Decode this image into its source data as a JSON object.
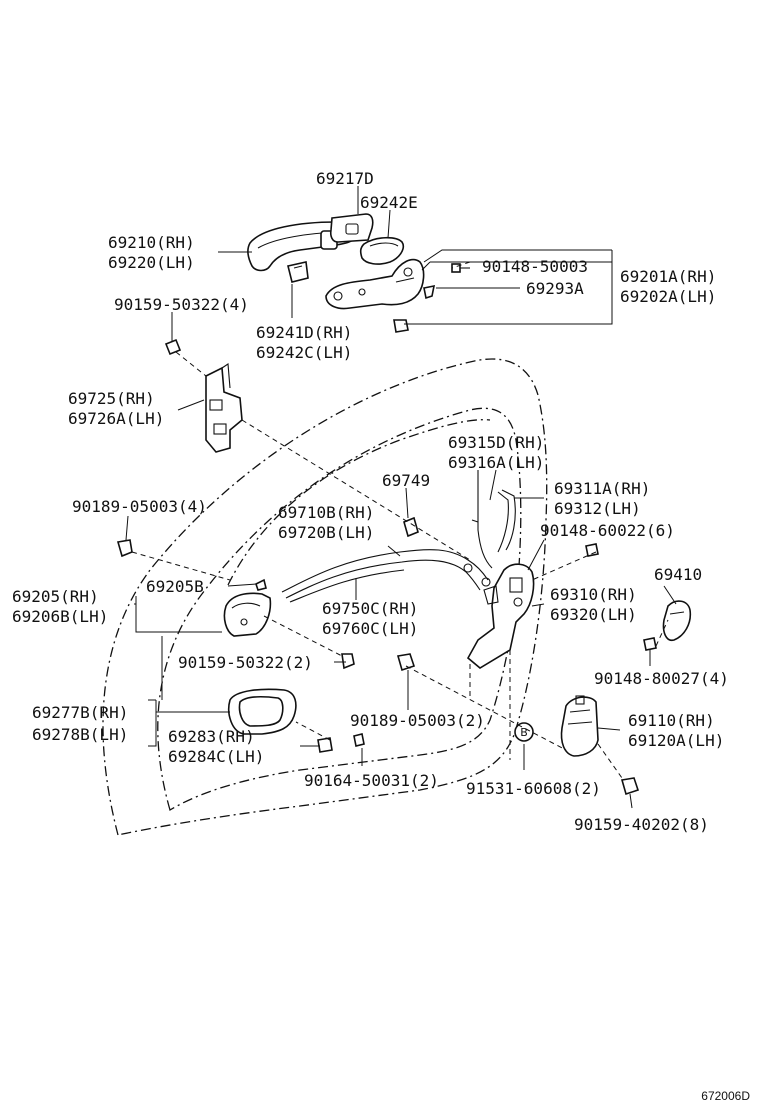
{
  "labels": {
    "l69217d": "69217D",
    "l69242e": "69242E",
    "l69210rh": "69210(RH)",
    "l69220lh": "69220(LH)",
    "l9014850003": "90148-50003",
    "l69201a": "69201A(RH)",
    "l69293a": "69293A",
    "l69202a": "69202A(LH)",
    "l9015950322_4": "90159-50322(4)",
    "l69241d": "69241D(RH)",
    "l69242c": "69242C(LH)",
    "l69725": "69725(RH)",
    "l69726a": "69726A(LH)",
    "l69315d": "69315D(RH)",
    "l69316a": "69316A(LH)",
    "l69749": "69749",
    "l69311a": "69311A(RH)",
    "l69312": "69312(LH)",
    "l9018905003_4": "90189-05003(4)",
    "l69710b": "69710B(RH)",
    "l69720b": "69720B(LH)",
    "l9014860022": "90148-60022(6)",
    "l69410": "69410",
    "l69205b": "69205B",
    "l69205": "69205(RH)",
    "l69206b": "69206B(LH)",
    "l69750c": "69750C(RH)",
    "l69760c": "69760C(LH)",
    "l69310": "69310(RH)",
    "l69320": "69320(LH)",
    "l9015950322_2": "90159-50322(2)",
    "l9014880027": "90148-80027(4)",
    "l69277b": "69277B(RH)",
    "l69278b": "69278B(LH)",
    "l9018905003_2": "90189-05003(2)",
    "l69110": "69110(RH)",
    "l69120a": "69120A(LH)",
    "l69283": "69283(RH)",
    "l69284c": "69284C(LH)",
    "lB": "B",
    "l9016450031": "90164-50031(2)",
    "l9153160608": "91531-60608(2)",
    "l9015940202": "90159-40202(8)",
    "figure_code": "672006D"
  }
}
